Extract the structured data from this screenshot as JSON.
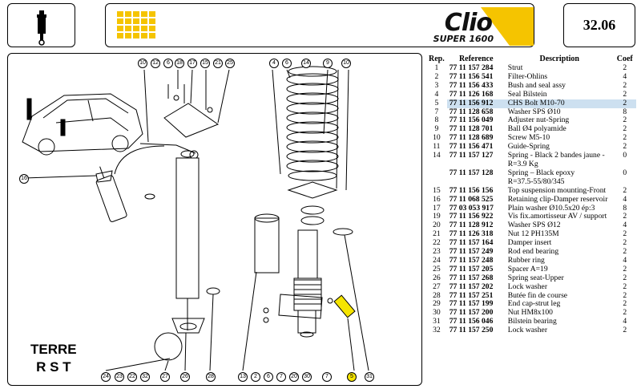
{
  "header": {
    "brand_logo": "Clio",
    "brand_subtitle": "SUPER 1600",
    "page_number": "32.06",
    "accent_color": "#f5c400"
  },
  "diagram": {
    "caption_line1": "TERRE",
    "caption_line2": "R S T",
    "highlight_color": "#f5e400",
    "top_callouts": [
      "10",
      "12",
      "6",
      "18",
      "17",
      "15",
      "21",
      "25",
      "4",
      "6",
      "14",
      "9",
      "10"
    ],
    "bottom_callouts": [
      "24",
      "23",
      "22",
      "32",
      "27",
      "26",
      "28",
      "13",
      "2",
      "6",
      "7",
      "20",
      "30",
      "7",
      "5",
      "31"
    ],
    "side_callout": "16",
    "highlighted_part": "5"
  },
  "table": {
    "headers": {
      "rep": "Rep.",
      "ref": "Reference",
      "desc": "Description",
      "coef": "Coef"
    },
    "rows": [
      {
        "rep": "1",
        "ref": "77 11 157 284",
        "desc": "Strut",
        "coef": "2"
      },
      {
        "rep": "2",
        "ref": "77 11 156 541",
        "desc": "Filter-Ohlins",
        "coef": "4"
      },
      {
        "rep": "3",
        "ref": "77 11 156 433",
        "desc": "Bush and seal assy",
        "coef": "2"
      },
      {
        "rep": "4",
        "ref": "77 11 126 168",
        "desc": "Seal Bilstein",
        "coef": "2"
      },
      {
        "rep": "5",
        "ref": "77 11 156 912",
        "desc": "CHS Bolt M10-70",
        "coef": "2",
        "highlight": true
      },
      {
        "rep": "7",
        "ref": "77 11 128 658",
        "desc": "Washer SPS Ø10",
        "coef": "8"
      },
      {
        "rep": "8",
        "ref": "77 11 156 049",
        "desc": "Adjuster nut-Spring",
        "coef": "2"
      },
      {
        "rep": "9",
        "ref": "77 11 128 701",
        "desc": "Ball Ø4 polyamide",
        "coef": "2"
      },
      {
        "rep": "10",
        "ref": "77 11 128 689",
        "desc": "Screw M5-10",
        "coef": "2"
      },
      {
        "rep": "11",
        "ref": "77 11 156 471",
        "desc": "Guide-Spring",
        "coef": "2"
      },
      {
        "rep": "14",
        "ref": "77 11 157 127",
        "desc": "Spring - Black 2 bandes jaune -",
        "coef": "0"
      },
      {
        "rep": "",
        "ref": "",
        "desc": "R=3.9 Kg",
        "coef": ""
      },
      {
        "rep": "",
        "ref": "77 11 157 128",
        "desc": "Spring – Black epoxy",
        "coef": "0"
      },
      {
        "rep": "",
        "ref": "",
        "desc": "R=37.5-55/80/345",
        "coef": ""
      },
      {
        "rep": "15",
        "ref": "77 11 156 156",
        "desc": "Top suspension mounting-Front",
        "coef": "2"
      },
      {
        "rep": "16",
        "ref": "77 11 068 525",
        "desc": "Retaining clip-Damper reservoir",
        "coef": "4"
      },
      {
        "rep": "17",
        "ref": "77 03 053 917",
        "desc": "Plain washer Ø10.5x20 ép:3",
        "coef": "8"
      },
      {
        "rep": "19",
        "ref": "77 11 156 922",
        "desc": "Vis fix.amortisseur AV / support",
        "coef": "2"
      },
      {
        "rep": "20",
        "ref": "77 11 128 912",
        "desc": "Washer SPS Ø12",
        "coef": "4"
      },
      {
        "rep": "21",
        "ref": "77 11 126 318",
        "desc": "Nut 12 PH135M",
        "coef": "2"
      },
      {
        "rep": "22",
        "ref": "77 11 157 164",
        "desc": "Damper insert",
        "coef": "2"
      },
      {
        "rep": "23",
        "ref": "77 11 157 249",
        "desc": "Rod end bearing",
        "coef": "2"
      },
      {
        "rep": "24",
        "ref": "77 11 157 248",
        "desc": "Rubber ring",
        "coef": "4"
      },
      {
        "rep": "25",
        "ref": "77 11 157 205",
        "desc": "Spacer A=19",
        "coef": "2"
      },
      {
        "rep": "26",
        "ref": "77 11 157 268",
        "desc": "Spring seat-Upper",
        "coef": "2"
      },
      {
        "rep": "27",
        "ref": "77 11 157 202",
        "desc": "Lock washer",
        "coef": "2"
      },
      {
        "rep": "28",
        "ref": "77 11 157 251",
        "desc": "Butée fin de course",
        "coef": "2"
      },
      {
        "rep": "29",
        "ref": "77 11 157 199",
        "desc": "End cap-strut leg",
        "coef": "2"
      },
      {
        "rep": "30",
        "ref": "77 11 157 200",
        "desc": "Nut HM8x100",
        "coef": "2"
      },
      {
        "rep": "31",
        "ref": "77 11 156 046",
        "desc": "Bilstein bearing",
        "coef": "4"
      },
      {
        "rep": "32",
        "ref": "77 11 157 250",
        "desc": "Lock washer",
        "coef": "2"
      }
    ]
  }
}
